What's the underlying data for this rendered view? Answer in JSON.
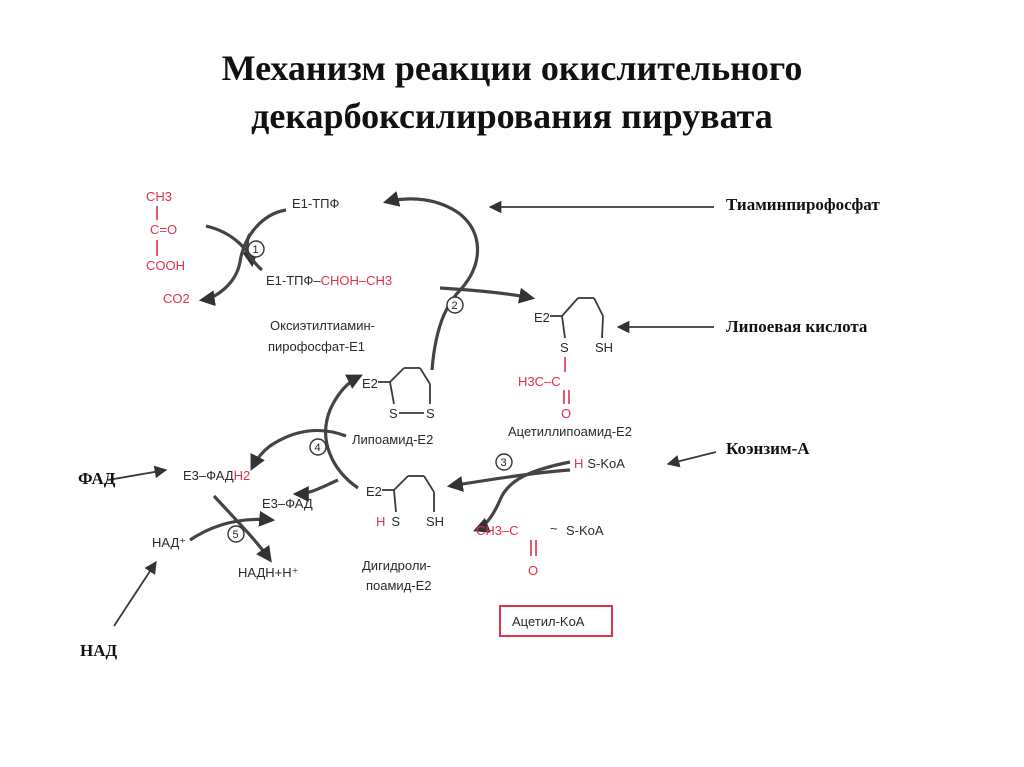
{
  "title": {
    "line1": "Механизм реакции окислительного",
    "line2": "декарбоксилирования пирувата"
  },
  "labels": {
    "tpp": "Тиаминпирофосфат",
    "lipoic": "Липоевая кислота",
    "coa": "Коэнзим-А",
    "fad": "ФАД",
    "nad": "НАД"
  },
  "pyruvate": {
    "ch3": "CH3",
    "co": "C=O",
    "cooh": "COOH",
    "co2": "CO2"
  },
  "e1": {
    "tpp": "E1-ТПФ",
    "complex_black": "E1-ТПФ–",
    "complex_red": "CHOH–CH3",
    "name1": "Оксиэтилтиамин-",
    "name2": "пирофосфат-E1"
  },
  "lipoamide": {
    "e2": "E2",
    "s1": "S",
    "s2": "S",
    "name": "Липоамид-E2"
  },
  "acetyl_lipoamide": {
    "e2": "E2",
    "s": "S",
    "sh": "SH",
    "ch3c": "H3C–C",
    "o": "O",
    "name": "Ацетиллипоамид-E2"
  },
  "dihydro": {
    "e2": "E2",
    "hs1": "H S",
    "sh": "SH",
    "name1": "Дигидроли-",
    "name2": "поамид-E2"
  },
  "coa_sh": {
    "red": "H",
    "black": "S-KoA"
  },
  "acetyl_coa_formula": {
    "ch3c": "CH3–C",
    "tilde": "~",
    "skoa": "S-KoA",
    "o": "O"
  },
  "acetyl_coa_box": "Ацетил-KoA",
  "e3": {
    "fadh2_black": "E3–ФАД",
    "fadh2_red": "H2",
    "fad": "E3–ФАД"
  },
  "nad_text": {
    "nad": "НАД⁺",
    "nadh": "НАДH+H⁺"
  },
  "steps": [
    "1",
    "2",
    "3",
    "4",
    "5"
  ],
  "colors": {
    "red": "#e0314a",
    "text": "#2a2a2a"
  }
}
